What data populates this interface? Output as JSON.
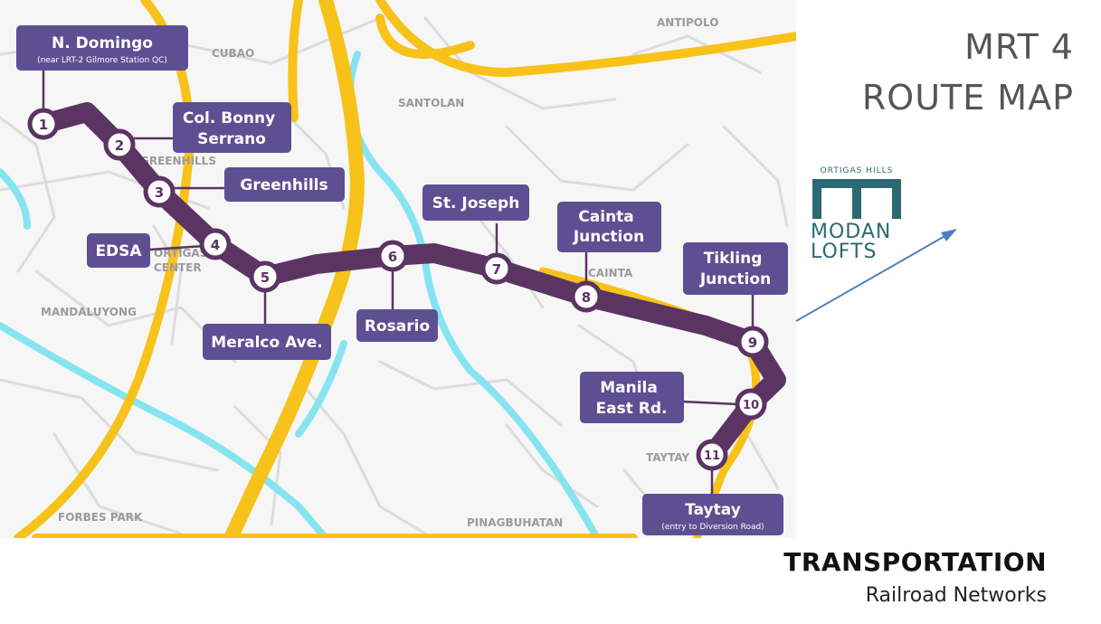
{
  "title": {
    "line1": "MRT 4",
    "line2": "ROUTE MAP"
  },
  "areas": [
    "CUBAO",
    "ANTIPOLO",
    "SANTOLAN",
    "GREENHILLS",
    "ORTIGAS CENTER",
    "MANDALUYONG",
    "CAINTA",
    "TAYTAY",
    "FORBES PARK",
    "PINAGBUHATAN"
  ],
  "stations": [
    {
      "num": "1",
      "name": "N. Domingo",
      "sub": "(near LRT-2 Gilmore Station QC)"
    },
    {
      "num": "2",
      "name": "Col. Bonny Serrano"
    },
    {
      "num": "3",
      "name": "Greenhills"
    },
    {
      "num": "4",
      "name": "EDSA"
    },
    {
      "num": "5",
      "name": "Meralco Ave."
    },
    {
      "num": "6",
      "name": "Rosario"
    },
    {
      "num": "7",
      "name": "St. Joseph"
    },
    {
      "num": "8",
      "name": "Cainta Junction"
    },
    {
      "num": "9",
      "name": "Tikling Junction"
    },
    {
      "num": "10",
      "name": "Manila East Rd."
    },
    {
      "num": "11",
      "name": "Taytay",
      "sub": "(entry to Diversion Road)"
    }
  ],
  "logo": {
    "top": "ORTIGAS HILLS",
    "word1": "MODAN",
    "word2": "LOFTS"
  },
  "footer": {
    "line1": "TRANSPORTATION",
    "line2": "Railroad Networks"
  },
  "colors": {
    "route": "#5b3463",
    "label_bg": "#5e4f93",
    "highway": "#f7c21a",
    "river": "#86e4f1",
    "road": "#dcdcdc"
  }
}
